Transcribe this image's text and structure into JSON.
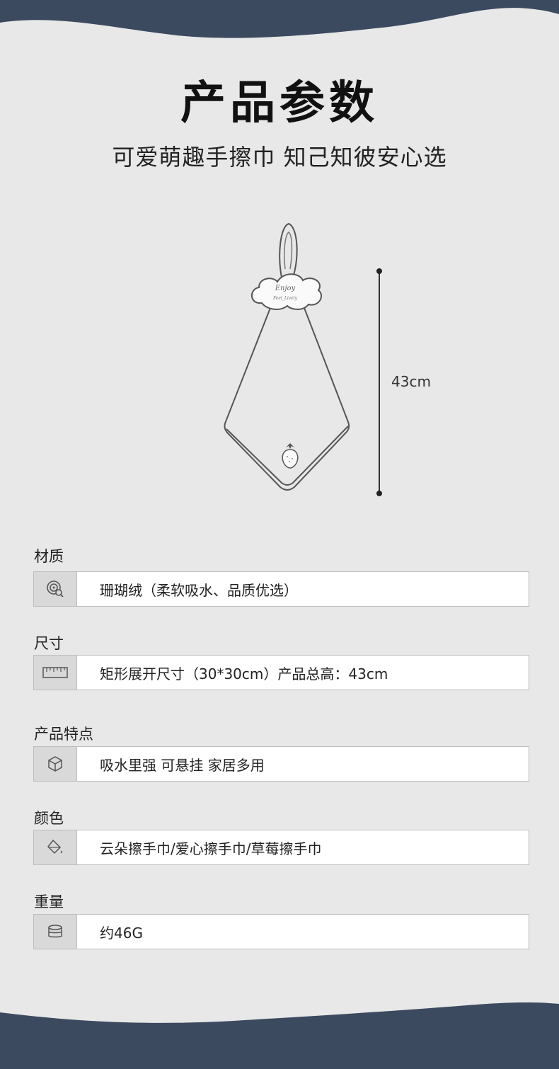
{
  "page": {
    "title": "产品参数",
    "subtitle": "可爱萌趣手擦巾 知己知彼安心选"
  },
  "product_image": {
    "tag_text_line1": "Enjoy",
    "tag_text_line2": "Feel_Lively",
    "height_label": "43cm"
  },
  "specs": [
    {
      "label": "材质",
      "icon": "fabric-icon",
      "value": "珊瑚绒（柔软吸水、品质优选）"
    },
    {
      "label": "尺寸",
      "icon": "ruler-icon",
      "value": "矩形展开尺寸（30*30cm）产品总高：43cm"
    },
    {
      "label": "产品特点",
      "icon": "box-icon",
      "value": "吸水里强 可悬挂 家居多用"
    },
    {
      "label": "颜色",
      "icon": "paint-bucket-icon",
      "value": "云朵擦手巾/爱心擦手巾/草莓擦手巾"
    },
    {
      "label": "重量",
      "icon": "weight-stack-icon",
      "value": "约46G"
    }
  ],
  "colors": {
    "wave": "#3c4a60",
    "background": "#e8e8e8",
    "icon_bg": "#d9d9d9"
  }
}
